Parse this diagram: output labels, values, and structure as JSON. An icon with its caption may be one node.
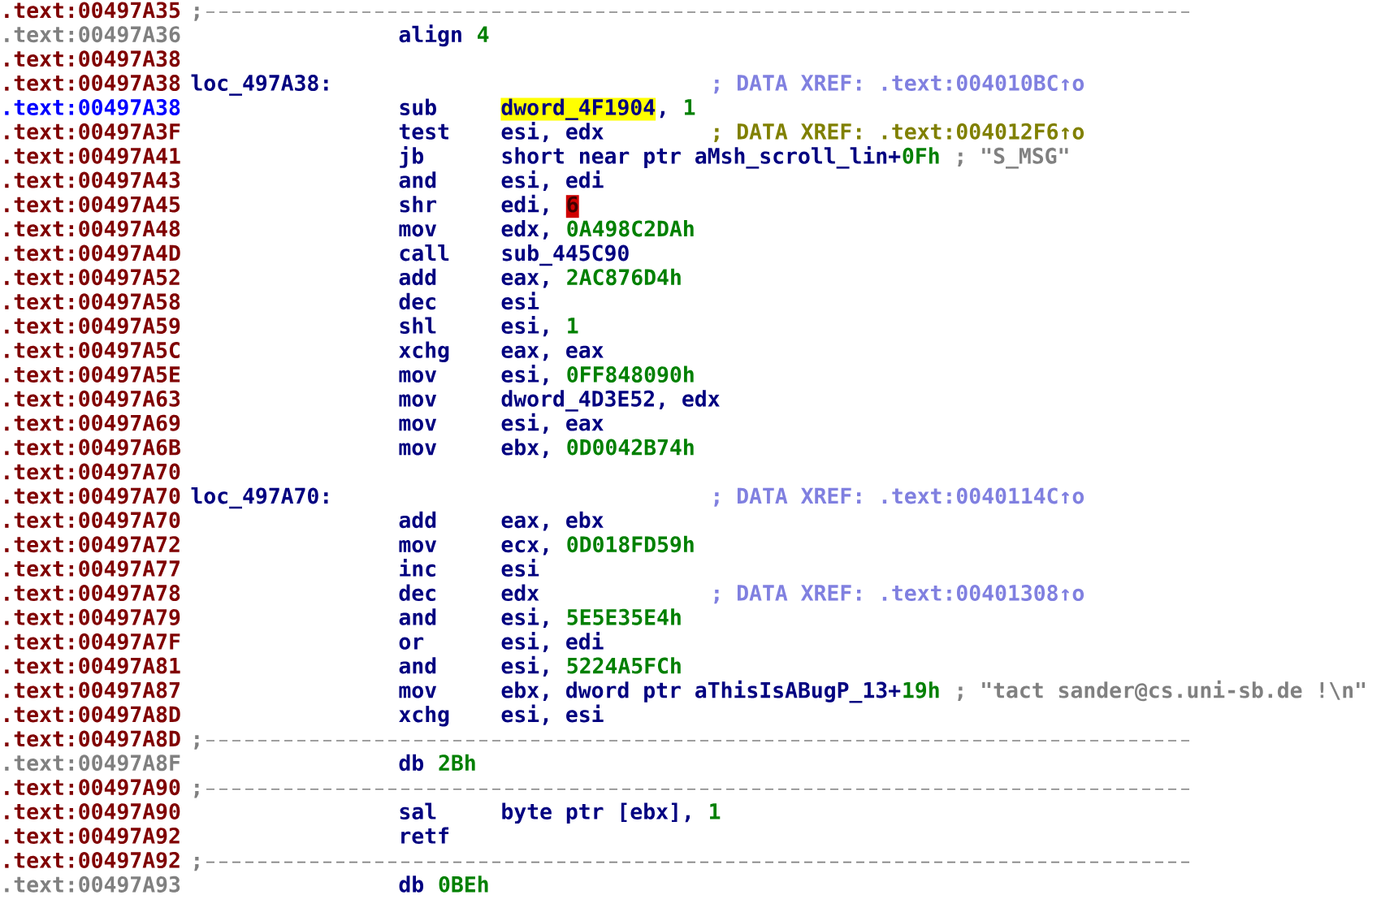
{
  "diagram": {
    "labels": [
      ".text:00497A35",
      ";",
      ".text:00497A36",
      "align",
      "4",
      ".text:00497A38",
      ".text:00497A38",
      "loc_497A38:",
      "; DATA XREF: .text:004010BC↑o",
      ".text:00497A38",
      "sub",
      "dword_4F1904",
      ",",
      "1",
      ".text:00497A3F",
      "test",
      "esi, edx",
      "; DATA XREF: .text:004012F6↑o",
      ".text:00497A41",
      "jb",
      "short near ptr aMsh_scroll_lin+",
      "0Fh",
      "; \"S_MSG\"",
      ".text:00497A43",
      "and",
      "esi, edi",
      ".text:00497A45",
      "shr",
      "edi,",
      "6",
      ".text:00497A48",
      "mov",
      "edx,",
      "0A498C2DAh",
      ".text:00497A4D",
      "call",
      "sub_445C90",
      ".text:00497A52",
      "add",
      "eax,",
      "2AC876D4h",
      ".text:00497A58",
      "dec",
      "esi",
      ".text:00497A59",
      "shl",
      "esi,",
      "1",
      ".text:00497A5C",
      "xchg",
      "eax, eax",
      ".text:00497A5E",
      "mov",
      "esi,",
      "0FF848090h",
      ".text:00497A63",
      "mov",
      "dword_4D3E52, edx",
      ".text:00497A69",
      "mov",
      "esi, eax",
      ".text:00497A6B",
      "mov",
      "ebx,",
      "0D0042B74h",
      ".text:00497A70",
      ".text:00497A70",
      "loc_497A70:",
      "; DATA XREF: .text:0040114C↑o",
      ".text:00497A70",
      "add",
      "eax, ebx",
      ".text:00497A72",
      "mov",
      "ecx,",
      "0D018FD59h",
      ".text:00497A77",
      "inc",
      "esi",
      ".text:00497A78",
      "dec",
      "edx",
      "; DATA XREF: .text:00401308↑o",
      ".text:00497A79",
      "and",
      "esi,",
      "5E5E35E4h",
      ".text:00497A7F",
      "or",
      "esi, edi",
      ".text:00497A81",
      "and",
      "esi,",
      "5224A5FCh",
      ".text:00497A87",
      "mov",
      "ebx, dword ptr aThisIsABugP_13+",
      "19h",
      "; \"tact sander@cs.uni-sb.de !\\n\"",
      ".text:00497A8D",
      "xchg",
      "esi, esi",
      ".text:00497A8D",
      ";",
      ".text:00497A8F",
      "db",
      "2Bh",
      ".text:00497A90",
      ";",
      ".text:00497A90",
      "sal",
      "byte ptr [ebx],",
      "1",
      ".text:00497A92",
      "retf",
      ".text:00497A92",
      ";",
      ".text:00497A93",
      "db",
      "0BEh"
    ]
  }
}
